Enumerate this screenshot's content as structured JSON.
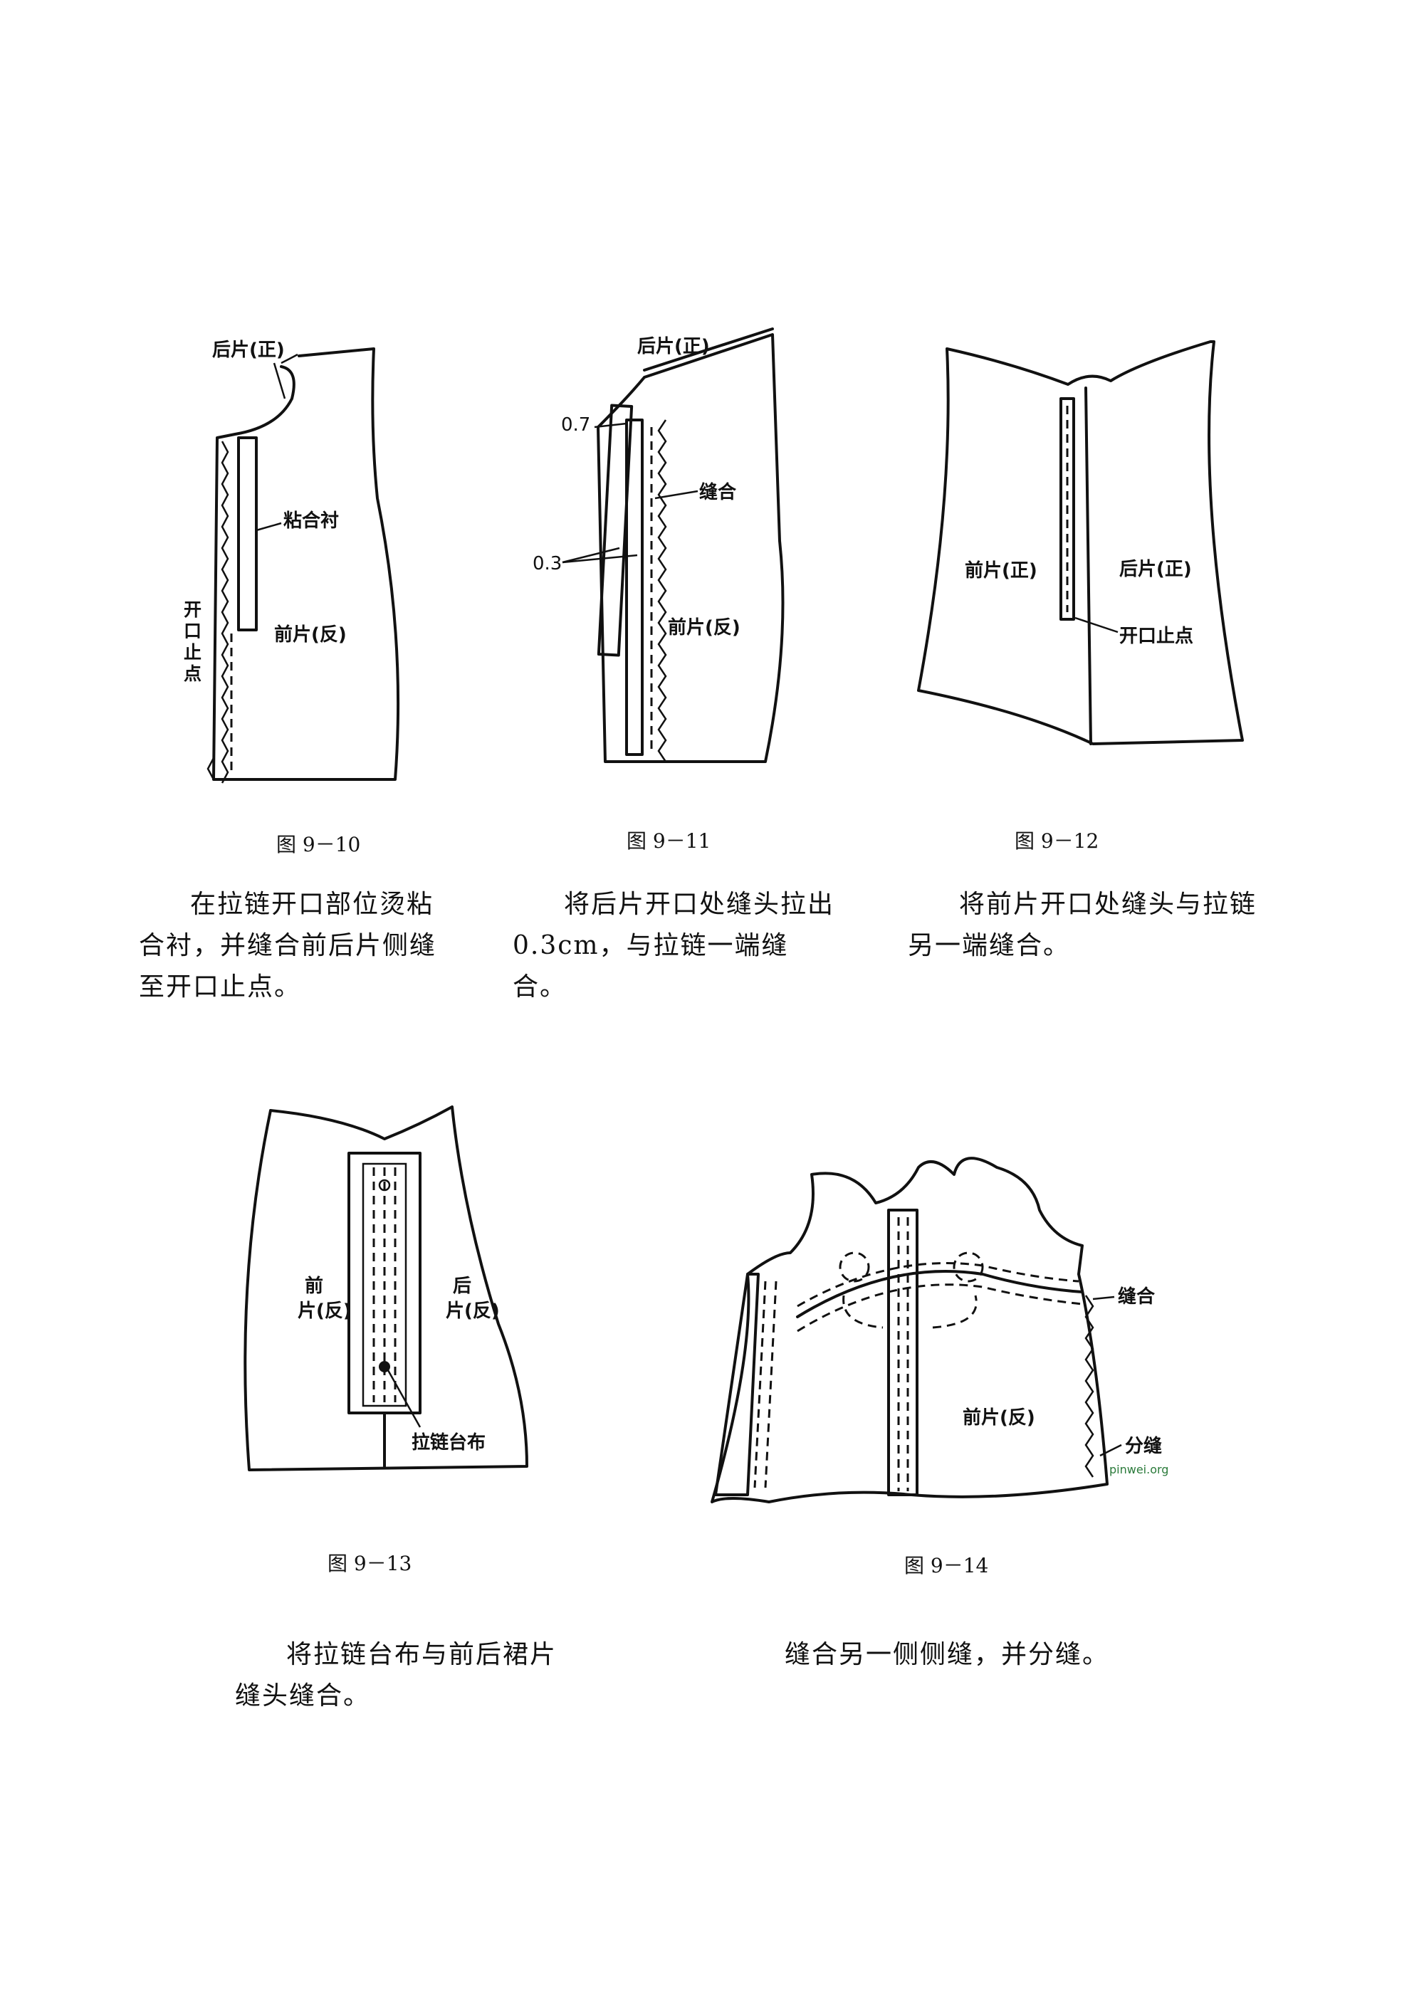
{
  "figures": [
    {
      "caption": "图 9－10",
      "labels": {
        "back": "后片(正)",
        "interfacing": "粘合衬",
        "stop_point": "开口止点",
        "front": "前片(反)"
      },
      "text": "在拉链开口部位烫粘合衬，并缝合前后片侧缝至开口止点。"
    },
    {
      "caption": "图 9－11",
      "labels": {
        "back": "后片(正)",
        "m07": "0.7",
        "sew": "缝合",
        "m03": "0.3",
        "front": "前片(反)"
      },
      "text": "将后片开口处缝头拉出 0.3cm，与拉链一端缝合。"
    },
    {
      "caption": "图 9－12",
      "labels": {
        "front": "前片(正)",
        "back": "后片(正)",
        "stop_point": "开口止点"
      },
      "text": "将前片开口处缝头与拉链另一端缝合。"
    },
    {
      "caption": "图 9－13",
      "labels": {
        "front_1": "前",
        "front_2": "片(反)",
        "back_1": "后",
        "back_2": "片(反)",
        "zip_cloth": "拉链台布"
      },
      "text": "将拉链台布与前后裙片缝头缝合。"
    },
    {
      "caption": "图 9－14",
      "labels": {
        "sew": "缝合",
        "front": "前片(反)",
        "split": "分缝",
        "watermark": "pinwei.org"
      },
      "text": "缝合另一侧侧缝，并分缝。"
    }
  ]
}
